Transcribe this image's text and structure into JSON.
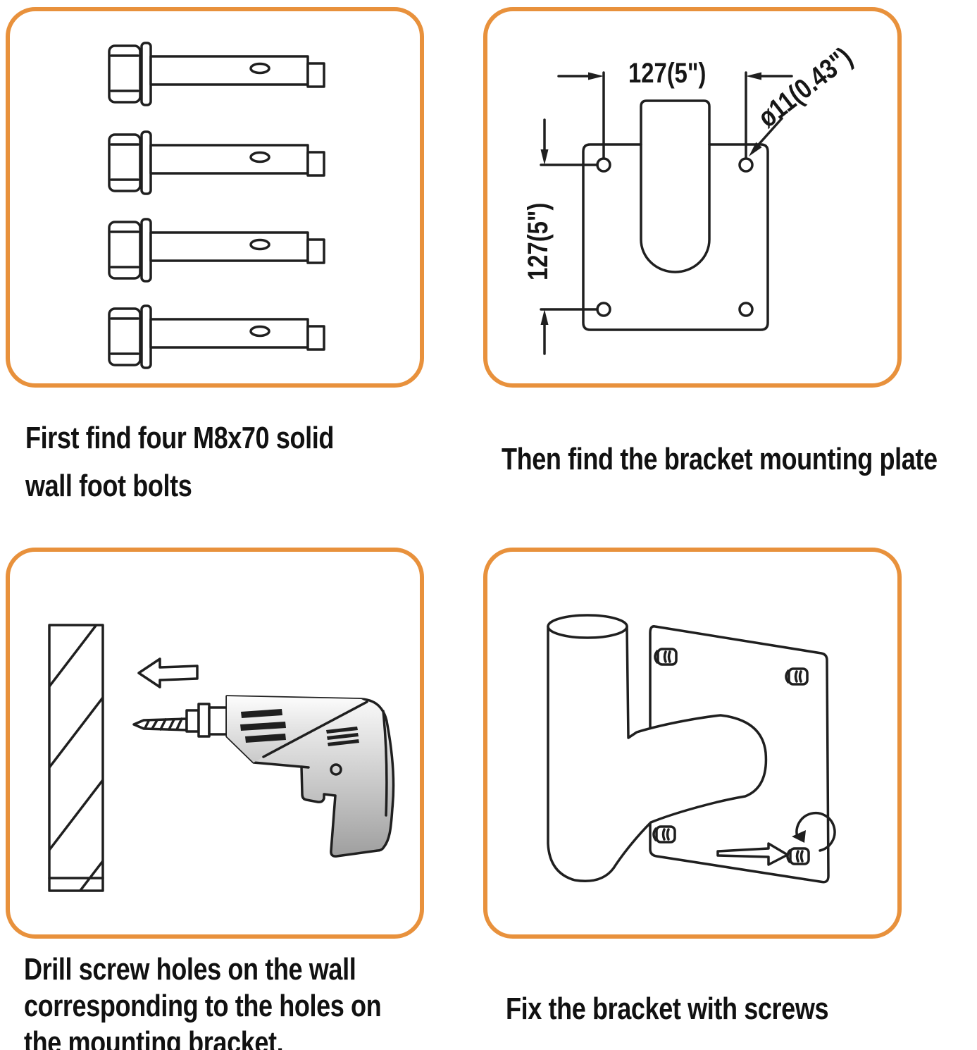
{
  "accent_color": "#E8913C",
  "ink_color": "#1f1f1f",
  "captions": {
    "step1": {
      "lines": [
        "First find four M8x70 solid",
        "wall foot bolts"
      ]
    },
    "step2": {
      "lines": [
        "Then find the bracket mounting plate"
      ]
    },
    "step3": {
      "lines": [
        "Drill screw holes on the wall",
        "corresponding to the holes on",
        "the mounting bracket."
      ]
    },
    "step4": {
      "lines": [
        "Fix the bracket with screws"
      ]
    }
  },
  "plate_dimensions": {
    "width_dim": "127(5\")",
    "height_dim": "127(5\")",
    "hole_dim": "ø11(0.43\")"
  },
  "panels": [
    {
      "name": "bolts",
      "subject": "four M8x70 expansion bolts"
    },
    {
      "name": "mounting-plate",
      "subject": "bracket mounting plate drawing with dimensions"
    },
    {
      "name": "drill",
      "subject": "electric drill making holes in wall"
    },
    {
      "name": "bracket",
      "subject": "wall bracket fixed with screws"
    }
  ]
}
